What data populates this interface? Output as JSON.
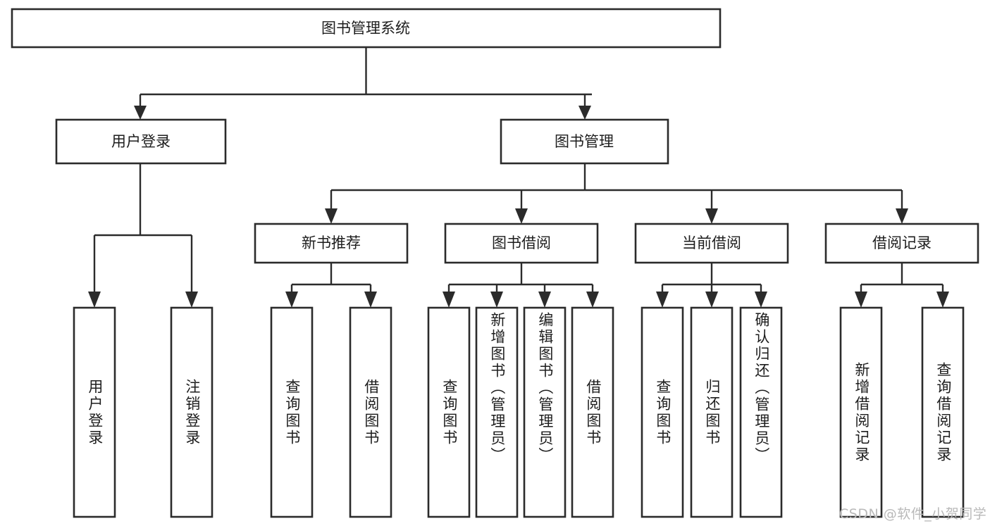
{
  "diagram": {
    "type": "tree",
    "title": "图书管理系统",
    "watermark": "CSDN @软件_小贺同学",
    "colors": {
      "stroke": "#2b2b2b",
      "fill": "#ffffff",
      "text": "#1d1d1d",
      "watermark": "#b9b9b9",
      "background": "#ffffff"
    },
    "levels": {
      "root": {
        "label": "图书管理系统"
      },
      "level2": [
        {
          "label": "用户登录"
        },
        {
          "label": "图书管理"
        }
      ],
      "level3": [
        {
          "label": "新书推荐"
        },
        {
          "label": "图书借阅"
        },
        {
          "label": "当前借阅"
        },
        {
          "label": "借阅记录"
        }
      ],
      "leaves": [
        {
          "label": "用户登录",
          "parent": "用户登录"
        },
        {
          "label": "注销登录",
          "parent": "用户登录"
        },
        {
          "label": "查询图书",
          "parent": "新书推荐"
        },
        {
          "label": "借阅图书",
          "parent": "新书推荐"
        },
        {
          "label": "查询图书",
          "parent": "图书借阅"
        },
        {
          "label": "新增图书（管理员）",
          "parent": "图书借阅"
        },
        {
          "label": "编辑图书（管理员）",
          "parent": "图书借阅"
        },
        {
          "label": "借阅图书",
          "parent": "图书借阅"
        },
        {
          "label": "查询图书",
          "parent": "当前借阅"
        },
        {
          "label": "归还图书",
          "parent": "当前借阅"
        },
        {
          "label": "确认归还（管理员）",
          "parent": "当前借阅"
        },
        {
          "label": "新增借阅记录",
          "parent": "借阅记录"
        },
        {
          "label": "查询借阅记录",
          "parent": "借阅记录"
        }
      ]
    }
  }
}
